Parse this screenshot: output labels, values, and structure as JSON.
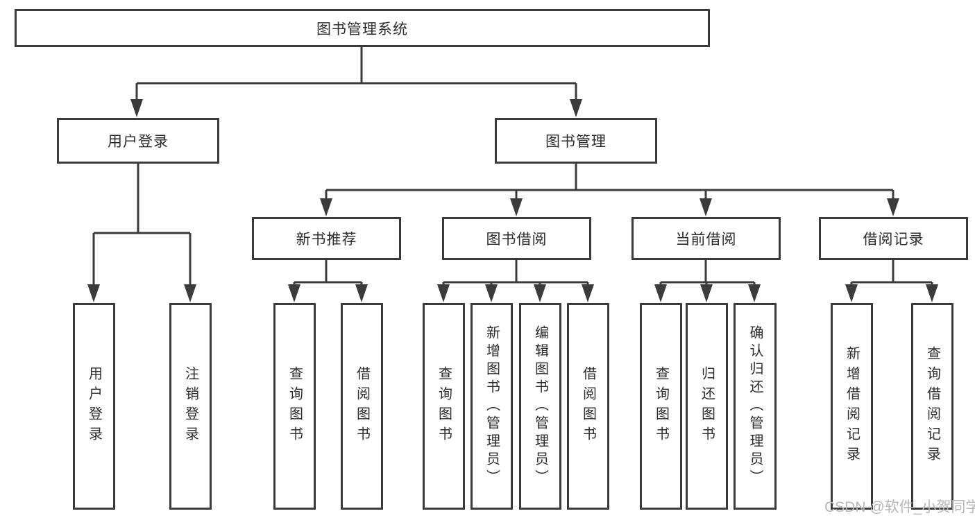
{
  "tree": {
    "label": "图书管理系统",
    "children": [
      {
        "label": "用户登录",
        "children": [
          {
            "label": "用户登录"
          },
          {
            "label": "注销登录"
          }
        ]
      },
      {
        "label": "图书管理",
        "children": [
          {
            "label": "新书推荐",
            "children": [
              {
                "label": "查询图书"
              },
              {
                "label": "借阅图书"
              }
            ]
          },
          {
            "label": "图书借阅",
            "children": [
              {
                "label": "查询图书"
              },
              {
                "label": "新增图书（管理员）"
              },
              {
                "label": "编辑图书（管理员）"
              },
              {
                "label": "借阅图书"
              }
            ]
          },
          {
            "label": "当前借阅",
            "children": [
              {
                "label": "查询图书"
              },
              {
                "label": "归还图书"
              },
              {
                "label": "确认归还（管理员）"
              }
            ]
          },
          {
            "label": "借阅记录",
            "children": [
              {
                "label": "新增借阅记录"
              },
              {
                "label": "查询借阅记录"
              }
            ]
          }
        ]
      }
    ]
  },
  "watermark": {
    "text": "CSDN @软件_小贺同学"
  },
  "colors": {
    "line": "#3b3b3b",
    "text": "#2d2d2d",
    "watermark": "#b8b8b8",
    "background": "#ffffff"
  }
}
